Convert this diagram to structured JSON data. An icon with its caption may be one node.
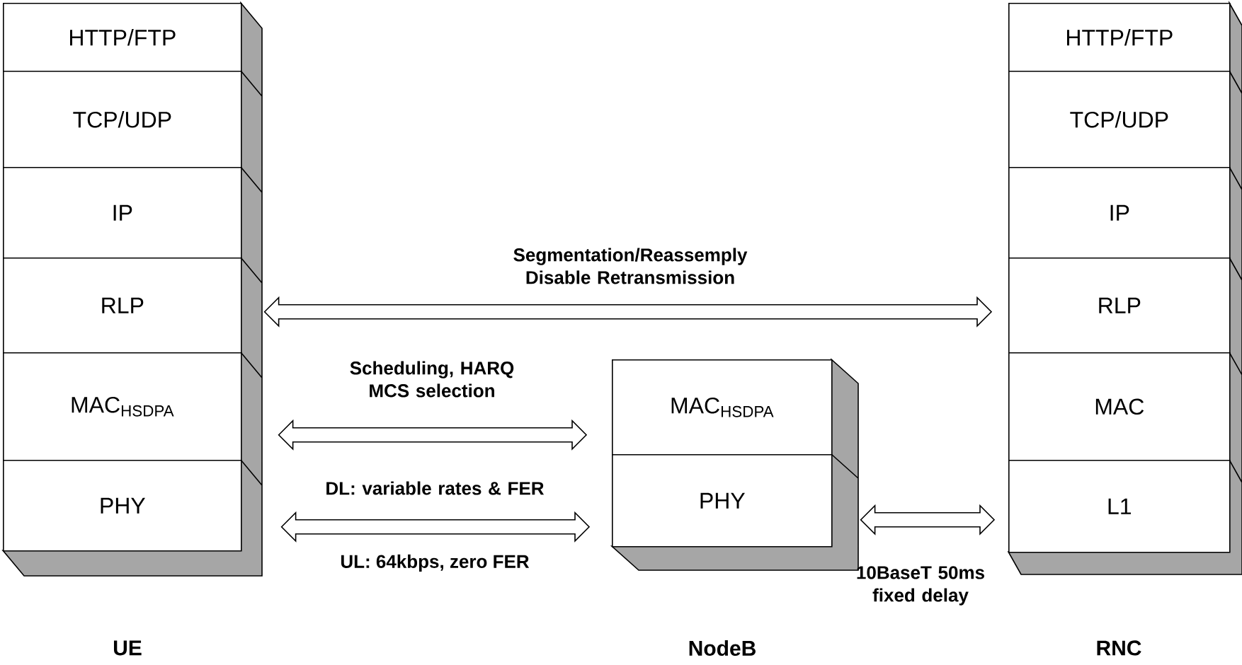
{
  "diagram": {
    "nodes": [
      {
        "text": [
          "HTTP/FTP"
        ]
      },
      {
        "text": [
          "TCP/UDP"
        ]
      },
      {
        "text": [
          "IP"
        ]
      },
      {
        "text": [
          "RLP"
        ]
      },
      {
        "text": [
          "MAC$_{HSDPA}$"
        ]
      },
      {
        "text": [
          "PHY"
        ]
      },
      {
        "text": [
          "MAC$_{HSDPA}$"
        ]
      },
      {
        "text": [
          "PHY"
        ]
      },
      {
        "text": [
          "HTTP/FTP"
        ]
      },
      {
        "text": [
          "TCP/UDP"
        ]
      },
      {
        "text": [
          "IP"
        ]
      },
      {
        "text": [
          "RLP"
        ]
      },
      {
        "text": [
          "MAC"
        ]
      },
      {
        "text": [
          "L1"
        ]
      }
    ],
    "edges": [
      {
        "from": 3,
        "to": 11,
        "arrow": "both",
        "label": "Segmentation/Reassemply Disable Retransmission"
      },
      {
        "from": 4,
        "to": 6,
        "arrow": "both",
        "label": "Scheduling, HARQ MCS selection"
      },
      {
        "from": 5,
        "to": 7,
        "arrow": "both",
        "label": "DL: variable rates & FER"
      },
      {
        "from": 7,
        "to": 13,
        "arrow": "both",
        "label": "10BaseT 50ms fixed delay"
      }
    ],
    "labels": [
      "UL: 64kbps, zero FER",
      "UE",
      "NodeB",
      "RNC"
    ]
  }
}
